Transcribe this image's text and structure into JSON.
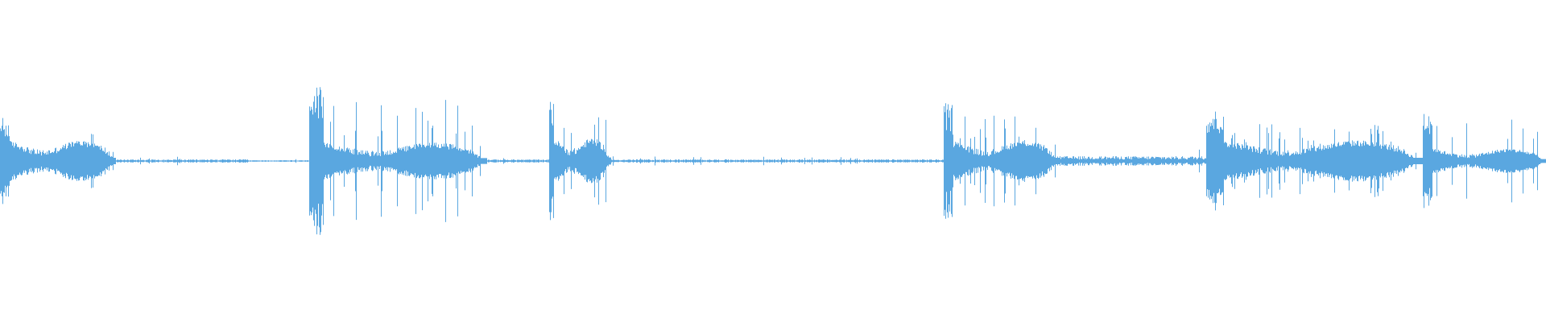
{
  "waveform": {
    "color": "#5aa7e0",
    "background": "#ffffff",
    "orientation": "horizontal",
    "segments": [
      {
        "start": 0.0,
        "end": 0.075,
        "peak": 0.27,
        "body": 0.1,
        "type": "speech"
      },
      {
        "start": 0.075,
        "end": 0.16,
        "peak": 0.01,
        "body": 0.004,
        "type": "silence"
      },
      {
        "start": 0.16,
        "end": 0.2,
        "peak": 0.005,
        "body": 0.002,
        "type": "silence"
      },
      {
        "start": 0.2,
        "end": 0.315,
        "peak": 0.49,
        "body": 0.09,
        "type": "speech"
      },
      {
        "start": 0.315,
        "end": 0.355,
        "peak": 0.01,
        "body": 0.004,
        "type": "silence"
      },
      {
        "start": 0.355,
        "end": 0.395,
        "peak": 0.42,
        "body": 0.11,
        "type": "speech"
      },
      {
        "start": 0.395,
        "end": 0.61,
        "peak": 0.01,
        "body": 0.003,
        "type": "silence"
      },
      {
        "start": 0.61,
        "end": 0.685,
        "peak": 0.36,
        "body": 0.1,
        "type": "speech"
      },
      {
        "start": 0.685,
        "end": 0.78,
        "peak": 0.03,
        "body": 0.01,
        "type": "silence"
      },
      {
        "start": 0.78,
        "end": 0.92,
        "peak": 0.32,
        "body": 0.1,
        "type": "speech"
      },
      {
        "start": 0.92,
        "end": 1.0,
        "peak": 0.33,
        "body": 0.06,
        "type": "speech"
      }
    ]
  }
}
